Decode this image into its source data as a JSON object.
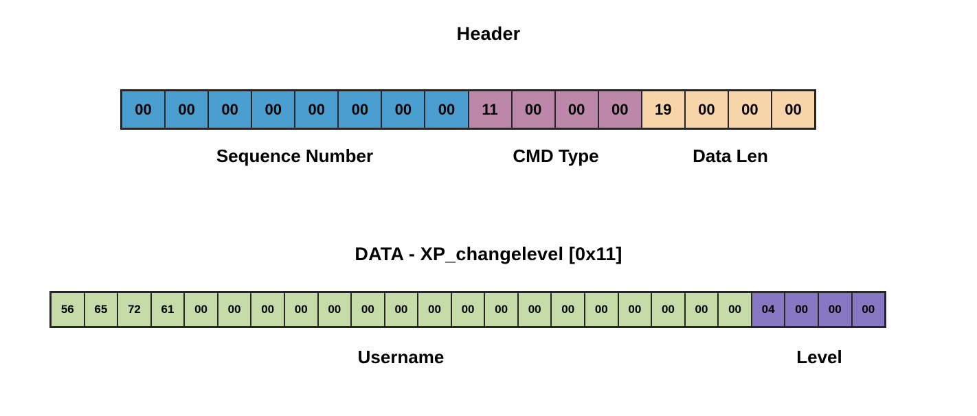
{
  "diagram": {
    "type": "byte-layout-diagram",
    "header": {
      "title": "Header",
      "fields": [
        {
          "name": "Sequence Number",
          "label": "Sequence Number",
          "color": "#4A9FD0",
          "fill_class": "fill-seq",
          "bytes": [
            "00",
            "00",
            "00",
            "00",
            "00",
            "00",
            "00",
            "00"
          ],
          "byte_count": 8
        },
        {
          "name": "CMD Type",
          "label": "CMD Type",
          "color": "#BC87A8",
          "fill_class": "fill-cmd",
          "bytes": [
            "11",
            "00",
            "00",
            "00"
          ],
          "byte_count": 4
        },
        {
          "name": "Data Len",
          "label": "Data Len",
          "color": "#F7D5A8",
          "fill_class": "fill-len",
          "bytes": [
            "19",
            "00",
            "00",
            "00"
          ],
          "byte_count": 4
        }
      ],
      "total_bytes": 16
    },
    "data": {
      "title": "DATA - XP_changelevel [0x11]",
      "fields": [
        {
          "name": "Username",
          "label": "Username",
          "color": "#C5DCA9",
          "fill_class": "fill-user",
          "bytes": [
            "56",
            "65",
            "72",
            "61",
            "00",
            "00",
            "00",
            "00",
            "00",
            "00",
            "00",
            "00",
            "00",
            "00",
            "00",
            "00",
            "00",
            "00",
            "00",
            "00",
            "00"
          ],
          "byte_count": 21
        },
        {
          "name": "Level",
          "label": "Level",
          "color": "#8878C3",
          "fill_class": "fill-level",
          "bytes": [
            "04",
            "00",
            "00",
            "00"
          ],
          "byte_count": 4
        }
      ],
      "total_bytes": 25
    },
    "colors": {
      "border": "#262626",
      "background": "#ffffff",
      "text": "#000000"
    }
  }
}
